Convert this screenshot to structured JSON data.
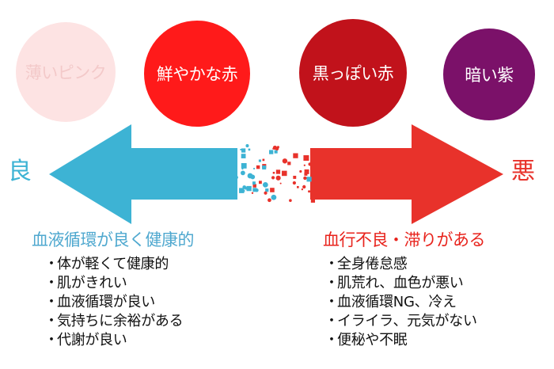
{
  "colors": {
    "pale_pink": "#fde3e3",
    "bright_red": "#ff1a1a",
    "dark_red": "#c1121b",
    "purple": "#7b1169",
    "good_blue": "#3db3d4",
    "bad_red": "#e8322b"
  },
  "circles": [
    {
      "label": "薄いピンク"
    },
    {
      "label": "鮮やかな赤"
    },
    {
      "label": "黒っぽい赤"
    },
    {
      "label": "暗い紫"
    }
  ],
  "scale": {
    "good_label": "良",
    "bad_label": "悪"
  },
  "good": {
    "heading": "血液循環が良く健康的",
    "items": [
      "体が軽くて健康的",
      "肌がきれい",
      "血液循環が良い",
      "気持ちに余裕がある",
      "代謝が良い"
    ]
  },
  "bad": {
    "heading": "血行不良・滞りがある",
    "items": [
      "全身倦怠感",
      "肌荒れ、血色が悪い",
      "血液循環NG、冷え",
      "イライラ、元気がない",
      "便秘や不眠"
    ]
  },
  "bullet": "・"
}
